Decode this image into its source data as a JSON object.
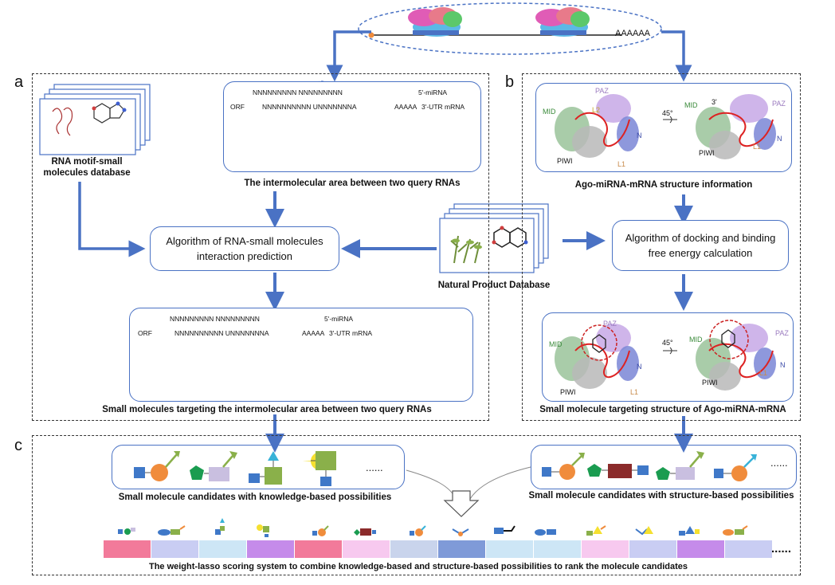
{
  "top": {
    "poly_a": "AAAAAA"
  },
  "panels": {
    "a": "a",
    "b": "b",
    "c": "c"
  },
  "panel_a": {
    "database_label": "RNA motif-small molecules database",
    "intermolecular_caption": "The intermolecular area between two query RNAs",
    "algorithm": "Algorithm of RNA-small molecules interaction prediction",
    "targeting_caption": "Small molecules targeting the intermolecular area between two query RNAs",
    "seq_top": "NNNNNNNNN       NNNNNNNNN",
    "seq_bottom": "NNNNNNNNNN       UNNNNNNNA",
    "orf": "ORF",
    "aaaaa": "AAAAA",
    "mirna": "5'-miRNA",
    "utr": "3'-UTR mRNA"
  },
  "center": {
    "natural_product_db": "Natural Product Database"
  },
  "panel_b": {
    "structure_info": "Ago-miRNA-mRNA structure information",
    "algorithm": "Algorithm of docking and binding free energy calculation",
    "targeting_caption": "Small molecule targeting structure of Ago-miRNA-mRNA",
    "angle": "45°",
    "domains": [
      "MID",
      "PAZ",
      "PIWI",
      "L1",
      "L2",
      "N",
      "3'"
    ]
  },
  "panel_c": {
    "knowledge_caption": "Small molecule candidates with knowledge-based possibilities",
    "structure_caption": "Small molecule candidates with structure-based possibilities",
    "ellipsis": "......",
    "bottom_caption": "The weight-lasso scoring system to combine knowledge-based and structure-based possibilities to rank the molecule candidates",
    "bar_colors": [
      "#f27a9a",
      "#c9cdf3",
      "#cde6f6",
      "#c58bea",
      "#f27a9a",
      "#f7c9ef",
      "#c9d4ec",
      "#7f9ad8",
      "#cde6f6",
      "#cde6f6",
      "#f7c9ef",
      "#c9cdf3",
      "#c58bea",
      "#c9cdf3"
    ]
  },
  "colors": {
    "arrow": "#4a72c4",
    "orange": "#f08c3c",
    "green": "#8ab04a",
    "blue": "#3f78c8",
    "red": "#8b2b2b"
  }
}
